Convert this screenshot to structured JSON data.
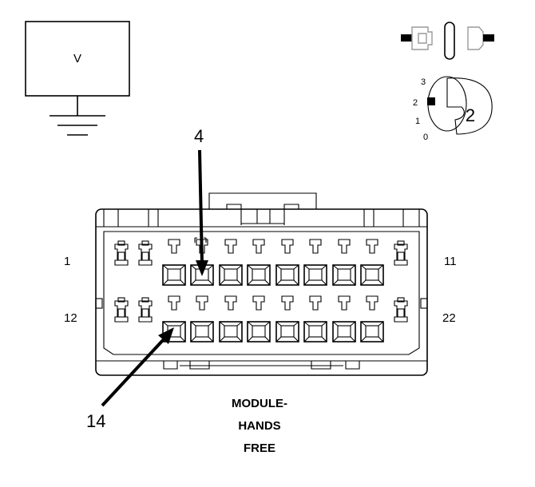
{
  "voltmeter": {
    "symbol": "V"
  },
  "key_switch": {
    "positions": [
      "3",
      "2",
      "1",
      "0"
    ],
    "selected": "2"
  },
  "connector": {
    "pin_labels": {
      "top_left": "1",
      "top_right": "11",
      "bottom_left": "12",
      "bottom_right": "22"
    },
    "callouts": [
      {
        "pin": "4"
      },
      {
        "pin": "14"
      }
    ],
    "caption": [
      "MODULE-",
      "HANDS",
      "FREE"
    ]
  }
}
